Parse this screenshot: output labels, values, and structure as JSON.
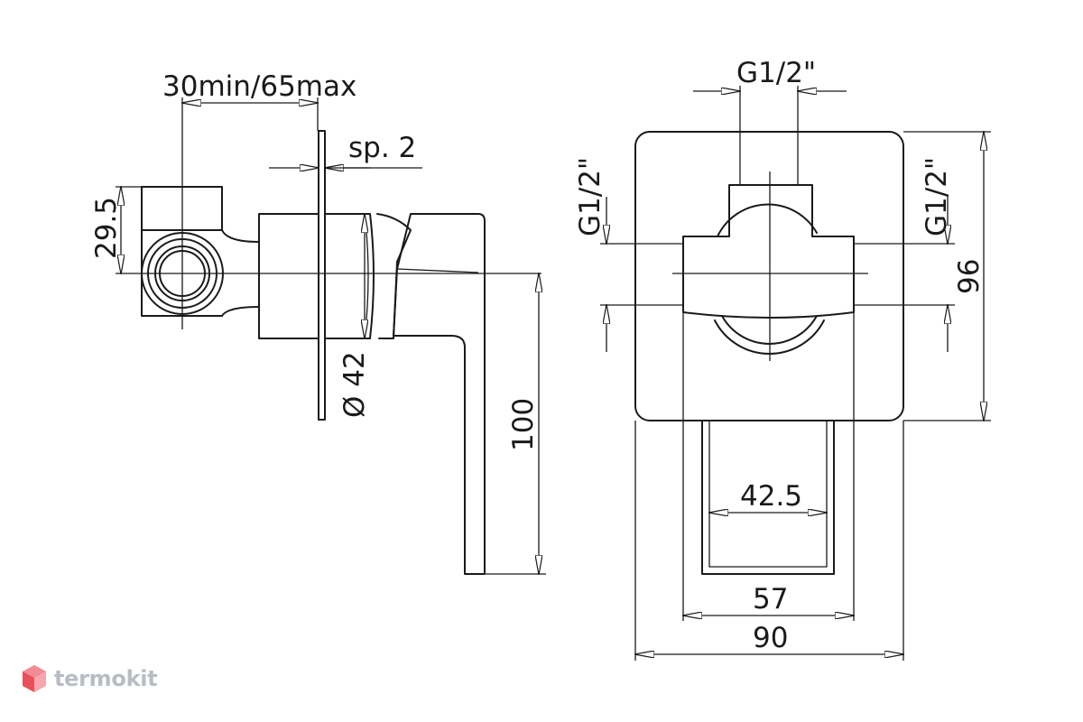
{
  "brand": {
    "name": "termokit",
    "logo_color": "#e8505b"
  },
  "side_view": {
    "dim_wall": "30min/65max",
    "dim_plate": "sp. 2",
    "dim_inlet": "29.5",
    "dim_diameter": "Ø 42",
    "dim_handle": "100"
  },
  "front_view": {
    "dim_top_thread": "G1/2\"",
    "dim_left_thread": "G1/2\"",
    "dim_right_thread": "G1/2\"",
    "dim_height": "96",
    "dim_lever": "42.5",
    "dim_body": "57",
    "dim_plate_width": "90"
  }
}
